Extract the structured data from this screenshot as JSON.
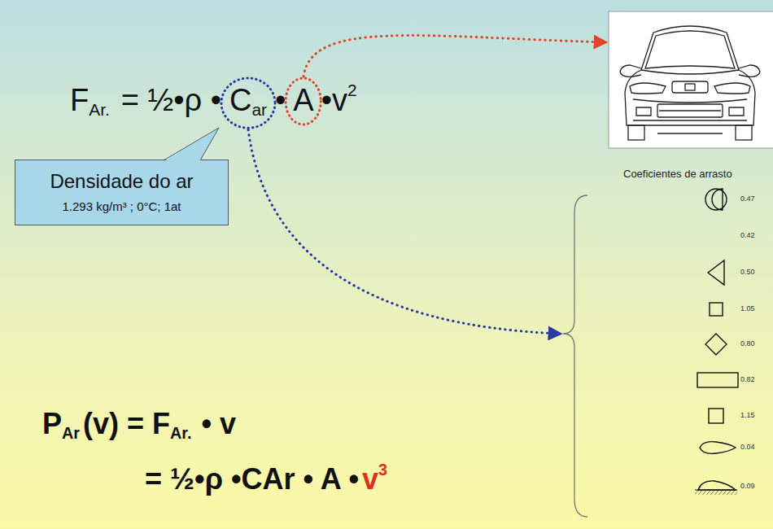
{
  "diagram": {
    "nodes": [
      {
        "text": [
          "C",
          "ar"
        ]
      },
      {
        "text": [
          "A"
        ]
      },
      {
        "text": [
          "Densidade do ar",
          "1.293 kg/m³ ; 0°C; 1at"
        ]
      }
    ],
    "labels": [
      "F",
      "Ar.",
      "= ½•ρ •",
      "•",
      "•v",
      "2",
      "Coeficientes de arrasto",
      "0.47",
      "0.42",
      "0.50",
      "1.05",
      "0.80",
      "0.82",
      "1.15",
      "0.04",
      "0.09",
      "P",
      "Ar",
      "(v) = F",
      "Ar.",
      "• v",
      "= ½•ρ •CAr • A •",
      "v",
      "3"
    ]
  }
}
